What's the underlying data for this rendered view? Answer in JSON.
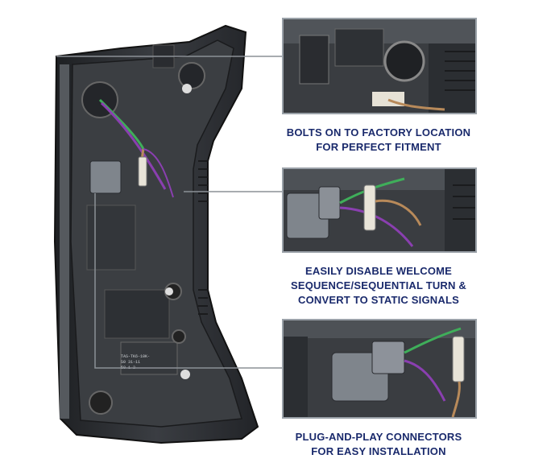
{
  "captions": [
    {
      "lines": [
        "BOLTS ON TO FACTORY LOCATION",
        "FOR PERFECT FITMENT"
      ]
    },
    {
      "lines": [
        "EASILY DISABLE WELCOME",
        "SEQUENCE/SEQUENTIAL TURN &",
        "CONVERT TO STATIC SIGNALS"
      ]
    },
    {
      "lines": [
        "PLUG-AND-PLAY CONNECTORS",
        "FOR EASY INSTALLATION"
      ]
    }
  ],
  "label_text": [
    "TAS-TK6-10K-",
    "S0 31-11",
    "50 1-2"
  ],
  "colors": {
    "caption": "#1a2a6c",
    "panel_border": "#9aa1a8",
    "housing": "#2f3236",
    "housing_light": "#5a5e63",
    "wire_green": "#3fae5a",
    "wire_purple": "#8a3fb0",
    "wire_tan": "#b88a5a",
    "connector": "#7f858c"
  }
}
